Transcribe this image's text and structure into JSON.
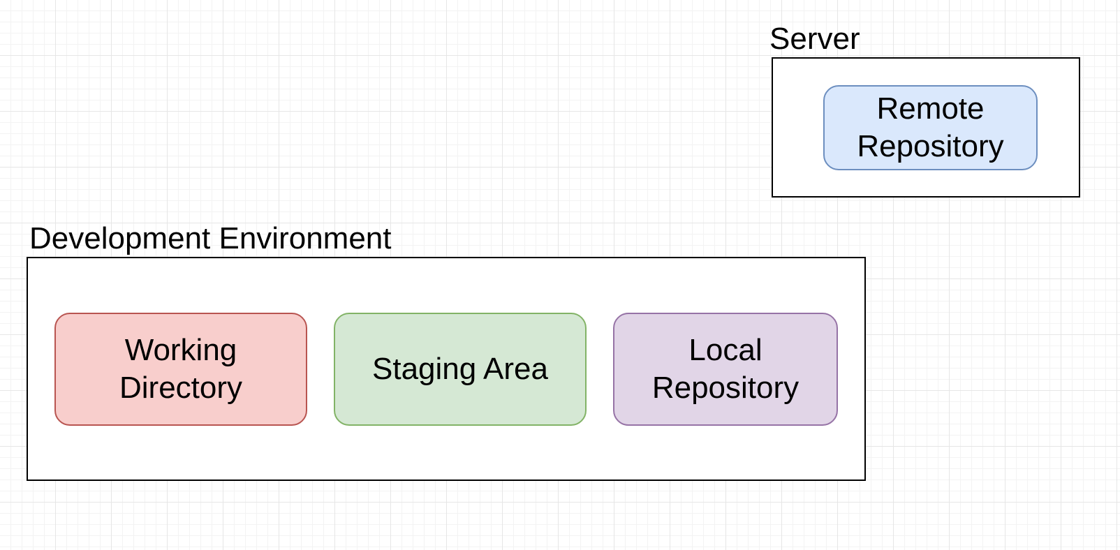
{
  "server": {
    "label": "Server",
    "nodes": [
      {
        "id": "remote-repository",
        "label": "Remote Repository",
        "fill": "#dae8fc",
        "stroke": "#6c8ebf"
      }
    ]
  },
  "development_environment": {
    "label": "Development Environment",
    "nodes": [
      {
        "id": "working-directory",
        "label": "Working Directory",
        "fill": "#f8cecc",
        "stroke": "#b85450"
      },
      {
        "id": "staging-area",
        "label": "Staging Area",
        "fill": "#d5e8d4",
        "stroke": "#82b366"
      },
      {
        "id": "local-repository",
        "label": "Local Repository",
        "fill": "#e1d5e7",
        "stroke": "#9673a6"
      }
    ]
  }
}
